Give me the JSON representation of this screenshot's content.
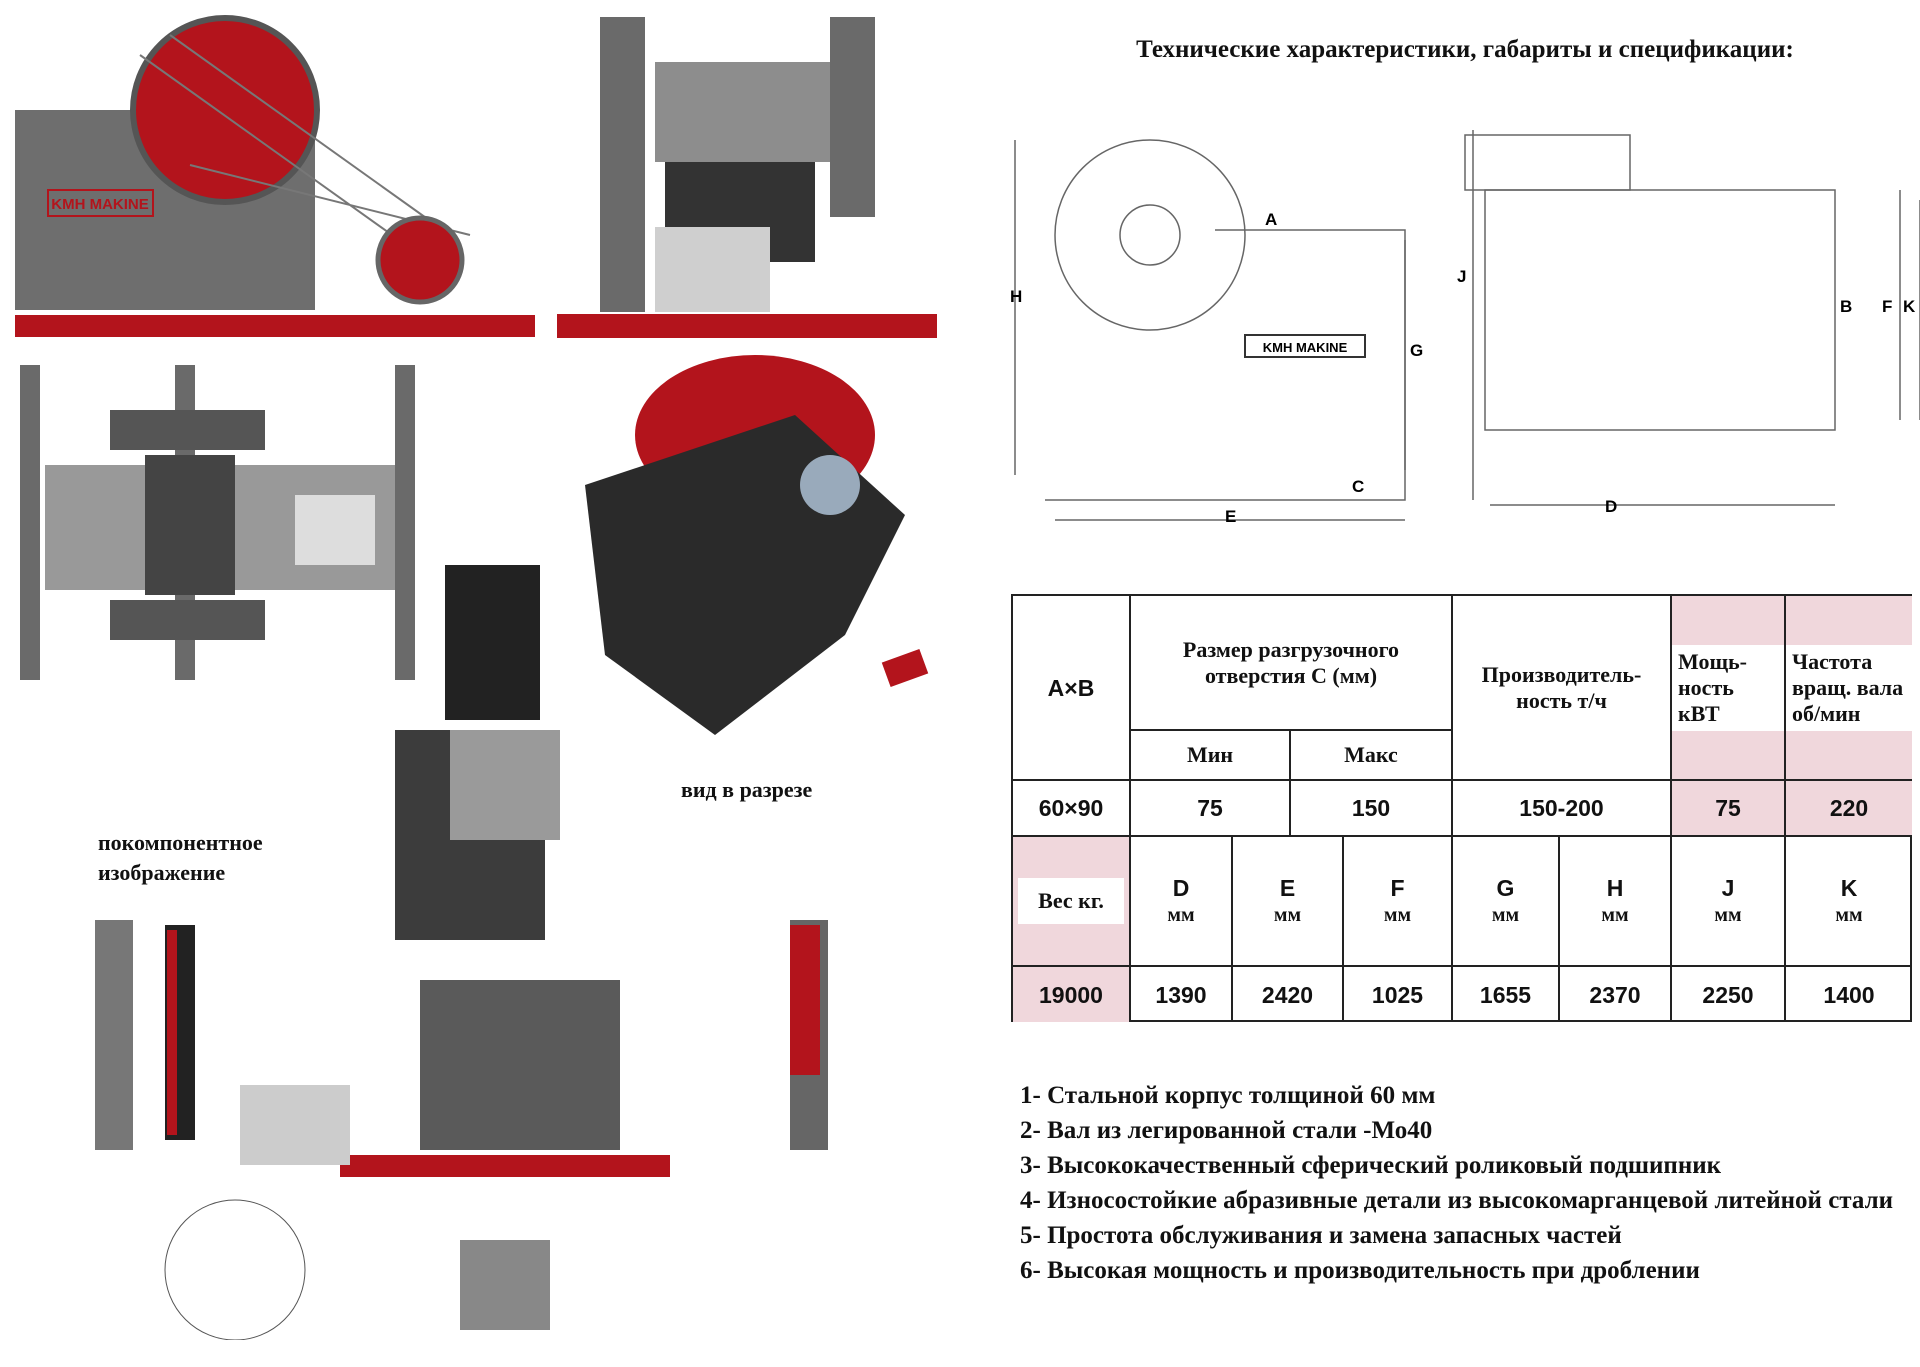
{
  "title": "Технические характеристики, габариты и спецификации:",
  "brand_logo": "KMH MAKINE",
  "labels": {
    "exploded_view": [
      "покомпонентное",
      "изображение"
    ],
    "section_view": "вид в разрезе"
  },
  "diagram_dimensions": [
    "A",
    "B",
    "C",
    "D",
    "E",
    "F",
    "G",
    "H",
    "J",
    "K"
  ],
  "table": {
    "header": {
      "axb": "A×B",
      "opening": "Размер разгрузочного отверстия С (мм)",
      "min": "Мин",
      "max": "Макс",
      "capacity": "Производитель-ность т/ч",
      "power": "Мощь-ность кВТ",
      "speed": "Частота вращ. вала об/мин"
    },
    "row1": {
      "axb": "60×90",
      "min": "75",
      "max": "150",
      "capacity": "150-200",
      "power": "75",
      "speed": "220"
    },
    "dims_header": {
      "weight": "Вес кг.",
      "cols": [
        {
          "letter": "D",
          "unit": "мм"
        },
        {
          "letter": "E",
          "unit": "мм"
        },
        {
          "letter": "F",
          "unit": "мм"
        },
        {
          "letter": "G",
          "unit": "мм"
        },
        {
          "letter": "H",
          "unit": "мм"
        },
        {
          "letter": "J",
          "unit": "мм"
        },
        {
          "letter": "K",
          "unit": "мм"
        }
      ]
    },
    "row2": {
      "weight": "19000",
      "values": [
        "1390",
        "2420",
        "1025",
        "1655",
        "2370",
        "2250",
        "1400"
      ]
    }
  },
  "features": [
    "1- Стальной корпус толщиной 60 мм",
    "2- Вал из легированной стали -Мо40",
    "3- Высококачественный сферический роликовый подшипник",
    "4- Износостойкие абразивные детали из высокомарганцевой литейной стали",
    "5- Простота обслуживания и замена запасных частей",
    "6- Высокая мощность и производительность при дроблении"
  ],
  "colors": {
    "accent_red": "#b3141c",
    "pink": "#f0d7dc",
    "steel": "#6b6b6b"
  }
}
